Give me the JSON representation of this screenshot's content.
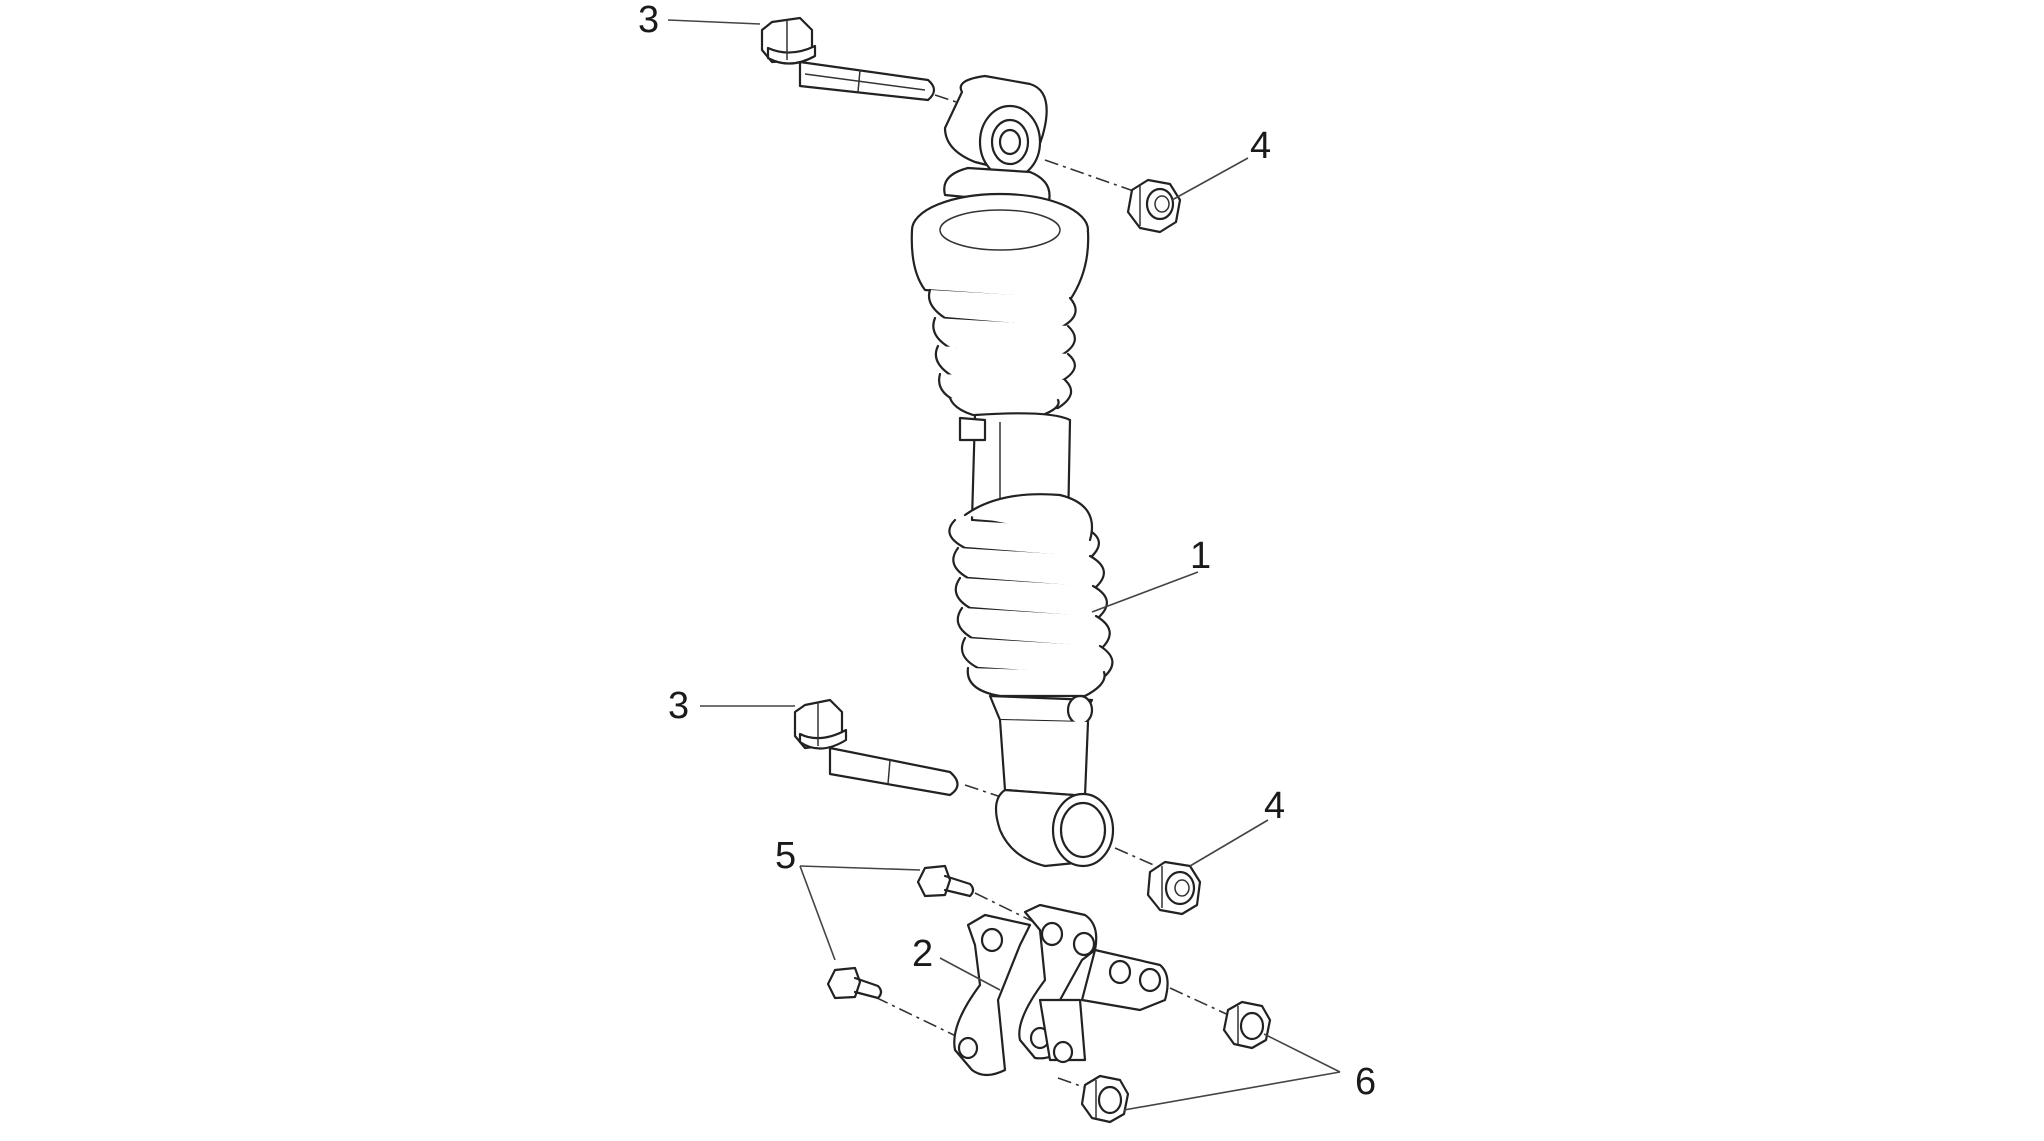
{
  "callouts": {
    "c1": "1",
    "c2": "2",
    "c3_top": "3",
    "c3_bottom": "3",
    "c4_top": "4",
    "c4_bottom": "4",
    "c5": "5",
    "c6": "6"
  }
}
